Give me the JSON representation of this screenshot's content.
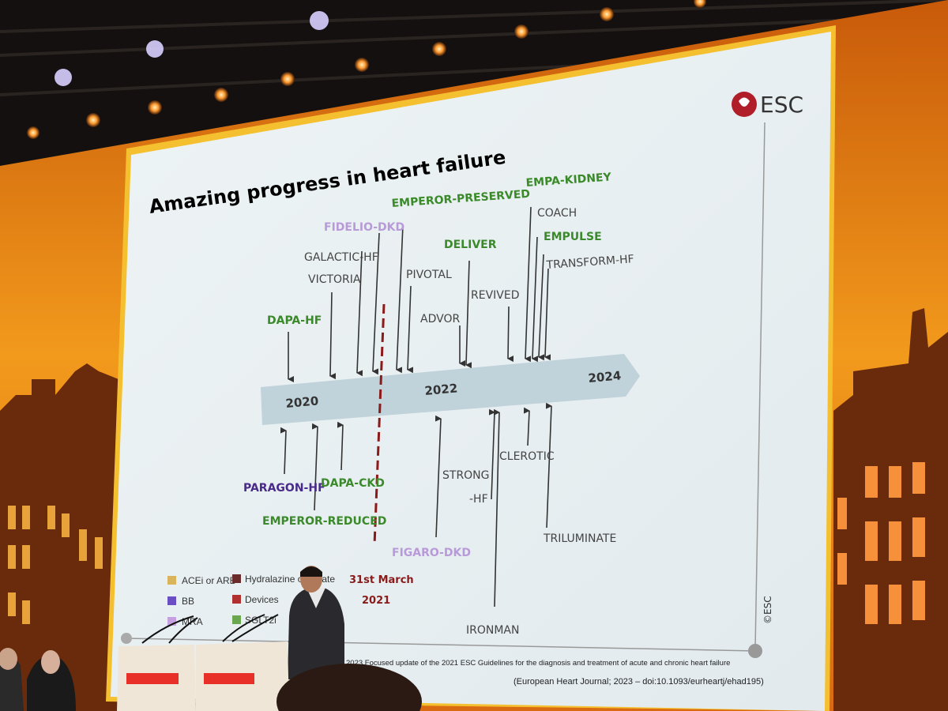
{
  "slide": {
    "title": "Amazing progress in heart failure",
    "logo_text": "ESC",
    "copyright": "©ESC",
    "timeline_years": [
      "2020",
      "2022",
      "2024"
    ],
    "march_line_top": "31st March",
    "march_line_bottom": "2021",
    "trials_above": [
      {
        "label": "DAPA-HF",
        "color_key": "sglt2i"
      },
      {
        "label": "GALACTIC-HF",
        "color_key": "other"
      },
      {
        "label": "VICTORIA",
        "color_key": "other"
      },
      {
        "label": "FIDELIO-DKD",
        "color_key": "mra"
      },
      {
        "label": "EMPEROR-PRESERVED",
        "color_key": "sglt2i"
      },
      {
        "label": "PIVOTAL",
        "color_key": "other"
      },
      {
        "label": "ADVOR",
        "color_key": "other"
      },
      {
        "label": "DELIVER",
        "color_key": "sglt2i"
      },
      {
        "label": "REVIVED",
        "color_key": "other"
      },
      {
        "label": "EMPA-KIDNEY",
        "color_key": "sglt2i"
      },
      {
        "label": "COACH",
        "color_key": "other"
      },
      {
        "label": "EMPULSE",
        "color_key": "sglt2i"
      },
      {
        "label": "TRANSFORM-HF",
        "color_key": "other"
      }
    ],
    "trials_below": [
      {
        "label": "PARAGON-HF",
        "color_key": "arni"
      },
      {
        "label": "DAPA-CKD",
        "color_key": "sglt2i"
      },
      {
        "label": "EMPEROR-REDUCED",
        "color_key": "sglt2i"
      },
      {
        "label": "FIGARO-DKD",
        "color_key": "mra"
      },
      {
        "label": "STRONG",
        "color_key": "other"
      },
      {
        "label": "-HF",
        "color_key": "other"
      },
      {
        "label": "CLEROTIC",
        "color_key": "other"
      },
      {
        "label": "IRONMAN",
        "color_key": "other"
      },
      {
        "label": "TRILUMINATE",
        "color_key": "other"
      }
    ],
    "legend": [
      {
        "label": "ACEi or ARB",
        "color": "#d9b45a"
      },
      {
        "label": "BB",
        "color": "#6a4fc4"
      },
      {
        "label": "MRA",
        "color": "#c4a0e0"
      },
      {
        "label": "Hydralazine or nitrate",
        "color": "#6b2b2b"
      },
      {
        "label": "Devices",
        "color": "#b03030"
      },
      {
        "label": "SGLT2i",
        "color": "#6aa84f"
      }
    ],
    "footer_line1": "2023 Focused update of the 2021 ESC Guidelines for the diagnosis and treatment of acute and chronic heart failure",
    "footer_line2": "(European Heart Journal; 2023 – doi:10.1093/eurheartj/ehad195)"
  },
  "colors": {
    "title": "#8b2020",
    "sglt2i": "#3a8a2a",
    "mra": "#b89ad8",
    "arni": "#4a2a8a",
    "other": "#444444",
    "march": "#8b1a1a",
    "stage_orange": "#e07a10",
    "slide_bg": "#e8f0f2",
    "timeline": "#b9ccd6"
  }
}
